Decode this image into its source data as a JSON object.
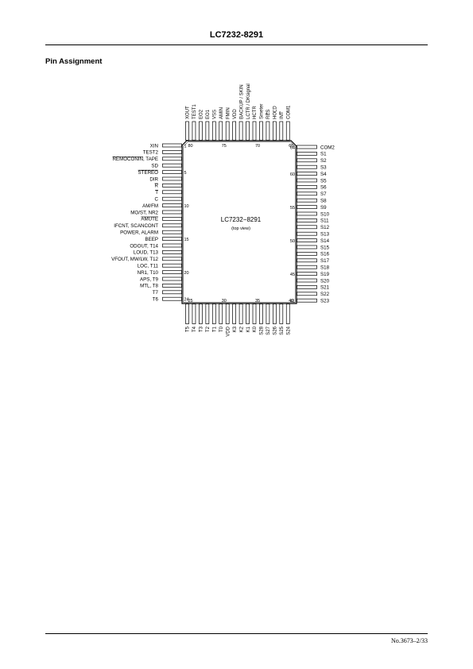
{
  "header": {
    "title": "LC7232-8291"
  },
  "section_title": "Pin Assignment",
  "footer": {
    "doc_number": "No.3673–2/33"
  },
  "chip": {
    "part_number": "LC7232−8291",
    "view": "(top view)"
  },
  "pins": {
    "left": [
      "XIN",
      "TEST2",
      "REMOCONIN, TAPE",
      "SD",
      "STEREO",
      "DIR",
      "R",
      "T",
      "C",
      "AM/FM",
      "MO/ST, NR2",
      "AMUTE",
      "IFCNT, SCANCONT",
      "POWER, ALARM",
      "BEEP",
      "ODOUT, T14",
      "LOUD, T13",
      "VFOUT, MW/LW, T12",
      "LOC, T11",
      "NR1, T10",
      "APS, T9",
      "MTL, T8",
      "T7",
      "T6"
    ],
    "left_overlined": [
      "REMOCONIN",
      "STEREO",
      "R",
      "T",
      "AMUTE"
    ],
    "left_numbers": [
      {
        "pin": "1",
        "row": 0
      },
      {
        "pin": "5",
        "row": 4
      },
      {
        "pin": "10",
        "row": 9
      },
      {
        "pin": "15",
        "row": 14
      },
      {
        "pin": "20",
        "row": 19
      },
      {
        "pin": "24",
        "row": 23
      }
    ],
    "bottom": [
      "T5",
      "T4",
      "T3",
      "T2",
      "T1",
      "T0",
      "VDD",
      "K3",
      "K2",
      "K1",
      "K0",
      "S28",
      "S27",
      "S26",
      "S25",
      "S24"
    ],
    "bottom_numbers": [
      {
        "pin": "25",
        "col": 0
      },
      {
        "pin": "30",
        "col": 5
      },
      {
        "pin": "35",
        "col": 10
      },
      {
        "pin": "40",
        "col": 15
      }
    ],
    "right": [
      "COM2",
      "S1",
      "S2",
      "S3",
      "S4",
      "S5",
      "S6",
      "S7",
      "S8",
      "S9",
      "S10",
      "S11",
      "S12",
      "S13",
      "S14",
      "S15",
      "S16",
      "S17",
      "S18",
      "S19",
      "S20",
      "S21",
      "S22",
      "S23"
    ],
    "right_numbers": [
      {
        "pin": "64",
        "row": 0
      },
      {
        "pin": "60",
        "row": 4
      },
      {
        "pin": "55",
        "row": 9
      },
      {
        "pin": "50",
        "row": 14
      },
      {
        "pin": "45",
        "row": 19
      },
      {
        "pin": "41",
        "row": 23
      }
    ],
    "top": [
      "XOUT",
      "TEST1",
      "EO2",
      "EO1",
      "VSS",
      "AMIN",
      "FMIN",
      "VDD",
      "BACKUP / SKIN",
      "LCTR / DKsignal",
      "HCTR",
      "Smeter",
      "RES",
      "HOLD",
      "INT",
      "COM1"
    ],
    "top_overlined": [
      "RES",
      "HOLD",
      "INT"
    ],
    "top_numbers": [
      {
        "pin": "80",
        "col": 0
      },
      {
        "pin": "75",
        "col": 5
      },
      {
        "pin": "70",
        "col": 10
      },
      {
        "pin": "65",
        "col": 15
      }
    ]
  }
}
